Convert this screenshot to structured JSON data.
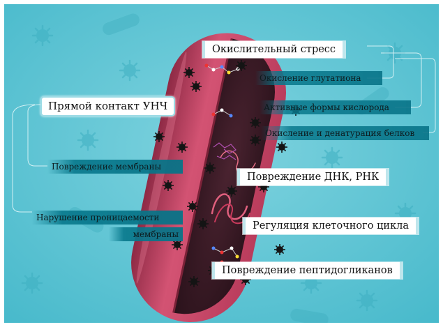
{
  "labels": {
    "oxidative_stress": "Окислительный стресс",
    "glutathione_oxidation": "Окисление глутатиона",
    "ros": "Активные формы кислорода",
    "protein_oxidation": "Окисление и денатурация белков",
    "direct_contact": "Прямой контакт УНЧ",
    "membrane_damage": "Повреждение мембраны",
    "permeability_line1": "Нарушение проницаемости",
    "permeability_line2": "мембраны",
    "dna_rna_damage": "Повреждение ДНК, РНК",
    "cell_cycle": "Регуляция клеточного цикла",
    "peptidoglycan_damage": "Повреждение пептидогликанов"
  },
  "colors": {
    "background": "#5cc6d6",
    "cell_wall": "#c94565",
    "cytoplasm": "#3a1a26",
    "accent_band": "#0a7f93"
  },
  "icons": [
    "nanoparticle-icon",
    "bacteria-silhouette-icon",
    "dna-strand-icon",
    "molecule-icon"
  ]
}
